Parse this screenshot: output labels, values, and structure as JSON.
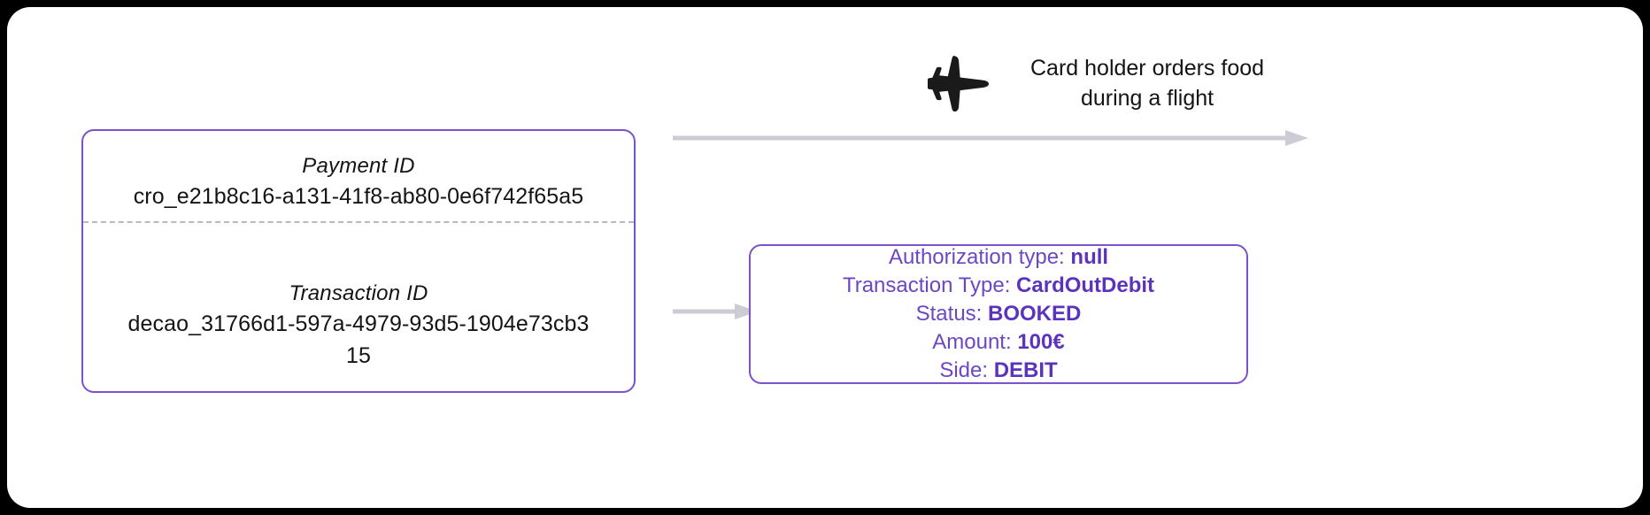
{
  "colors": {
    "frame": "#000000",
    "surface": "#ffffff",
    "accent_purple": "#7a52cc",
    "text_purple": "#6c47c4",
    "value_purple": "#5b33bd",
    "arrow_gray": "#ccccd4",
    "divider_gray": "#b9b9c6",
    "text_dark": "#141414"
  },
  "scenario": {
    "icon": "airplane-icon",
    "caption": "Card holder orders food\nduring a flight"
  },
  "id_panel": {
    "payment": {
      "label": "Payment ID",
      "value": "cro_e21b8c16-a131-41f8-ab80-0e6f742f65a5"
    },
    "transaction": {
      "label": "Transaction ID",
      "value": "decao_31766d1-597a-4979-93d5-1904e73cb315"
    }
  },
  "detail_box": {
    "rows": [
      {
        "label": "Authorization type:",
        "value": "null"
      },
      {
        "label": "Transaction Type:",
        "value": "CardOutDebit"
      },
      {
        "label": "Status:",
        "value": "BOOKED"
      },
      {
        "label": "Amount:",
        "value": "100€"
      },
      {
        "label": "Side:",
        "value": "DEBIT"
      }
    ]
  },
  "arrows": {
    "timeline": "timeline-arrow-right",
    "connector": "connector-arrow-right"
  }
}
